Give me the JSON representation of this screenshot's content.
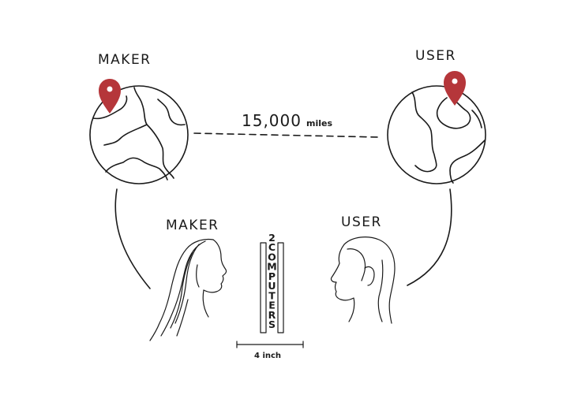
{
  "labels": {
    "maker_globe": "MAKER",
    "user_globe": "USER",
    "maker_person": "MAKER",
    "user_person": "USER"
  },
  "distance": {
    "value": "15,000",
    "unit": "miles"
  },
  "device": {
    "label_chars": [
      "2",
      "C",
      "O",
      "M",
      "P",
      "U",
      "T",
      "E",
      "R",
      "S"
    ],
    "width_label": "4 inch"
  },
  "colors": {
    "ink": "#1a1a1a",
    "pin": "#b5363a",
    "background": "#ffffff"
  },
  "icons": [
    "location-pin-icon",
    "globe-icon"
  ]
}
